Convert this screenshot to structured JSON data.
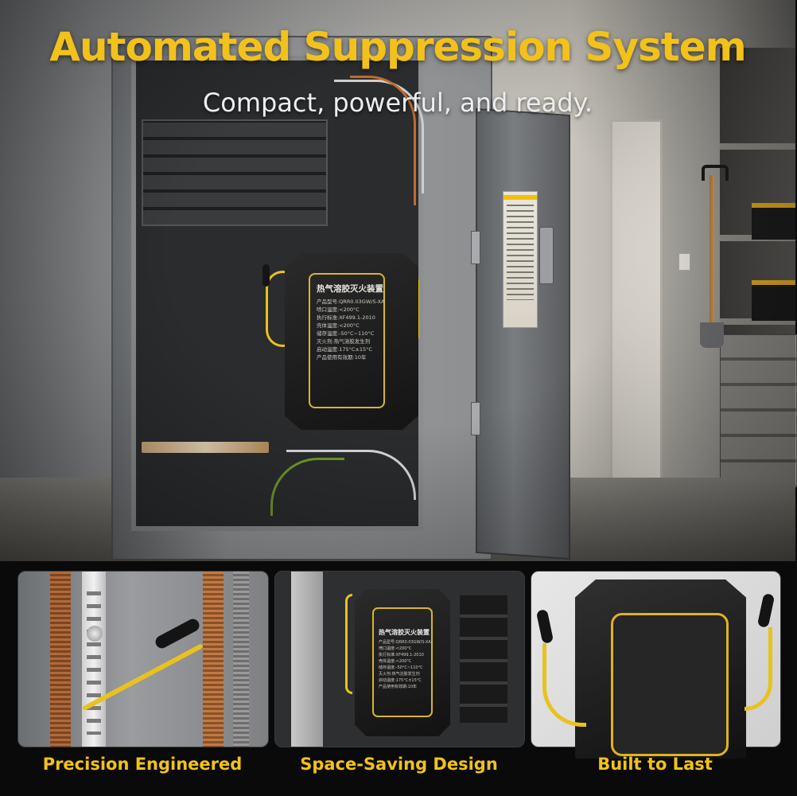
{
  "header": {
    "title": "Automated Suppression System",
    "subtitle": "Compact, powerful, and ready."
  },
  "device_label": {
    "title": "热气溶胶灭火装置",
    "lines": [
      "产品型号:QRR0.03GW/S-XA",
      "喷口温度:<200°C",
      "执行标准:XF499.1-2010",
      "壳体温度:<200°C",
      "储存温度:-50°C~110°C",
      "灭火剂:热气溶胶发生剂",
      "启动温度:175°C±15°C",
      "产品使用有效期:10年"
    ]
  },
  "features": [
    {
      "caption": "Precision Engineered",
      "icon": "busbar-closeup"
    },
    {
      "caption": "Space-Saving Design",
      "icon": "panel-mounted-device"
    },
    {
      "caption": "Built to Last",
      "icon": "device-closeup"
    }
  ],
  "colors": {
    "accent": "#f2c21b",
    "wire": "#e8c21f",
    "device": "#141414"
  }
}
